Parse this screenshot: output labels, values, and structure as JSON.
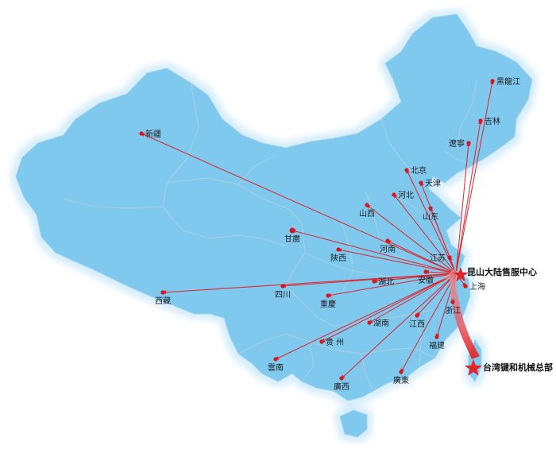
{
  "map": {
    "hub": {
      "label": "昆山大陆售服中心"
    },
    "hq": {
      "label": "台湾键和机械总部"
    },
    "colors": {
      "land": "#7fc8ee",
      "land_edge": "#cfe9f7",
      "border": "#a9cfe4",
      "route": "#e0242b",
      "hub": "#e0242b",
      "dot": "#d8141e",
      "hq_arrow": "#e0242b"
    },
    "destinations": [
      {
        "id": "xinjiang",
        "label": "新疆"
      },
      {
        "id": "heilongjiang",
        "label": "黑龍江"
      },
      {
        "id": "jilin",
        "label": "吉林"
      },
      {
        "id": "liaoning",
        "label": "遼寧"
      },
      {
        "id": "beijing",
        "label": "北京"
      },
      {
        "id": "tianjin",
        "label": "天津"
      },
      {
        "id": "hebei",
        "label": "河北"
      },
      {
        "id": "shanxi",
        "label": "山西"
      },
      {
        "id": "shandong",
        "label": "山东"
      },
      {
        "id": "gansu",
        "label": "甘肅"
      },
      {
        "id": "henan",
        "label": "河南"
      },
      {
        "id": "shaanxi",
        "label": "陝西"
      },
      {
        "id": "jiangsu",
        "label": "江苏"
      },
      {
        "id": "anhui",
        "label": "安徽"
      },
      {
        "id": "hubei",
        "label": "湖北"
      },
      {
        "id": "sichuan",
        "label": "四川"
      },
      {
        "id": "xizang",
        "label": "西藏"
      },
      {
        "id": "chongqing",
        "label": "重慶"
      },
      {
        "id": "shanghai",
        "label": "上海"
      },
      {
        "id": "zhejiang",
        "label": "浙江"
      },
      {
        "id": "jiangxi",
        "label": "江西"
      },
      {
        "id": "hunan",
        "label": "湖南"
      },
      {
        "id": "guizhou",
        "label": "贵 州"
      },
      {
        "id": "yunnan",
        "label": "雲南"
      },
      {
        "id": "fujian",
        "label": "福建"
      },
      {
        "id": "guangxi",
        "label": "廣西"
      },
      {
        "id": "guangdong",
        "label": "廣東"
      }
    ]
  }
}
